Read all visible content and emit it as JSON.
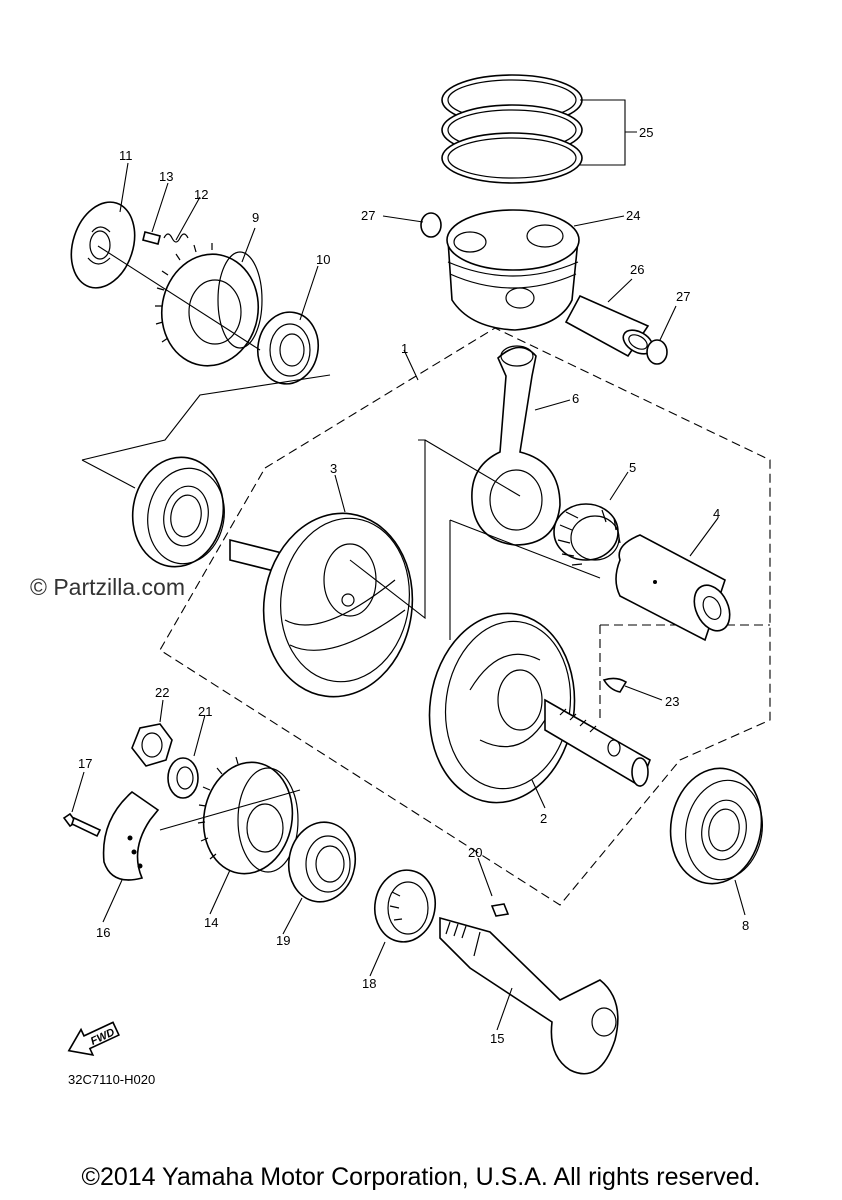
{
  "callouts": [
    "1",
    "2",
    "3",
    "4",
    "5",
    "6",
    "8",
    "9",
    "10",
    "11",
    "12",
    "13",
    "14",
    "15",
    "16",
    "17",
    "18",
    "19",
    "20",
    "21",
    "22",
    "23",
    "24",
    "25",
    "26",
    "27",
    "27"
  ],
  "fwd_label": "FWD",
  "watermark": "© Partzilla.com",
  "diagram_code": "32C7110-H020",
  "copyright": "©2014 Yamaha Motor Corporation, U.S.A. All rights reserved."
}
